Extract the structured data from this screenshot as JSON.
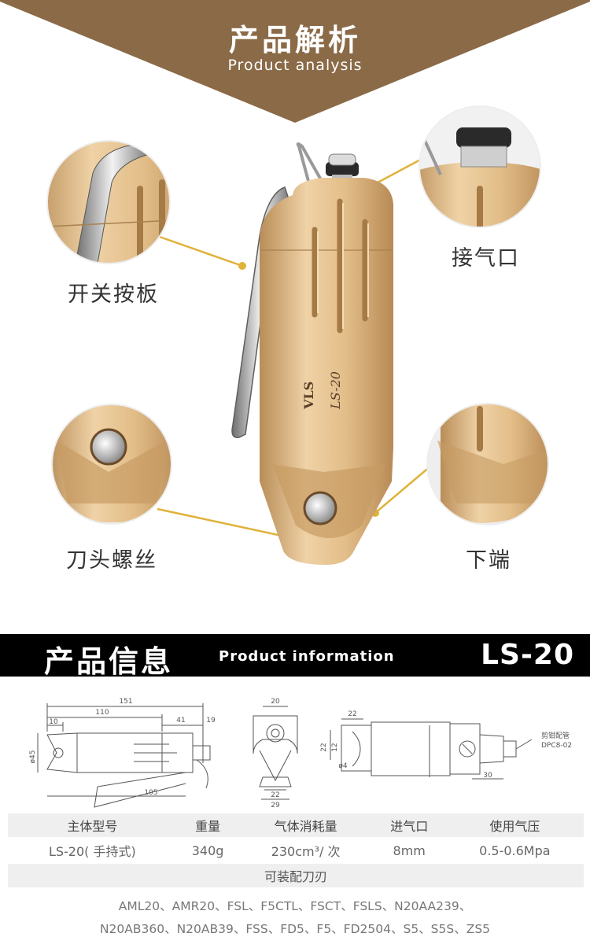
{
  "analysis": {
    "title_cn": "产品解析",
    "title_en": "Product analysis",
    "brand_text": "VLS",
    "model_on_tool": "LS-20",
    "callouts": {
      "switch_plate": "开关按板",
      "air_inlet": "接气口",
      "blade_screw": "刀头螺丝",
      "lower_end": "下端"
    }
  },
  "info": {
    "title_cn": "产品信息",
    "title_en": "Product information",
    "model": "LS-20"
  },
  "drawings": {
    "dims": {
      "d151": "151",
      "d110": "110",
      "d41": "41",
      "d19": "19",
      "d10": "10",
      "d45": "ø45",
      "d105": "105",
      "d20": "20",
      "d22a": "22",
      "d29": "29",
      "d22b": "22",
      "d22c": "22",
      "d12": "12",
      "d4": "ø4",
      "d30": "30"
    },
    "pipe_label_cn": "剪钳配管",
    "pipe_label_code": "DPC8-02"
  },
  "table": {
    "headers": [
      "主体型号",
      "重量",
      "气体消耗量",
      "进气口",
      "使用气压"
    ],
    "values": [
      "LS-20( 手持式)",
      "340g",
      "230cm³/ 次",
      "8mm",
      "0.5-0.6Mpa"
    ],
    "blades_label": "可装配刀刃"
  },
  "compatible": {
    "line1": "AML20、AMR20、FSL、F5CTL、FSCT、FSLS、N20AA239、",
    "line2": "N20AB360、N20AB39、FSS、FD5、F5、FD2504、S5、S5S、ZS5"
  },
  "colors": {
    "banner": "#8a6a47",
    "gold": "#d9b27e",
    "callout_line": "#e0b23a"
  }
}
